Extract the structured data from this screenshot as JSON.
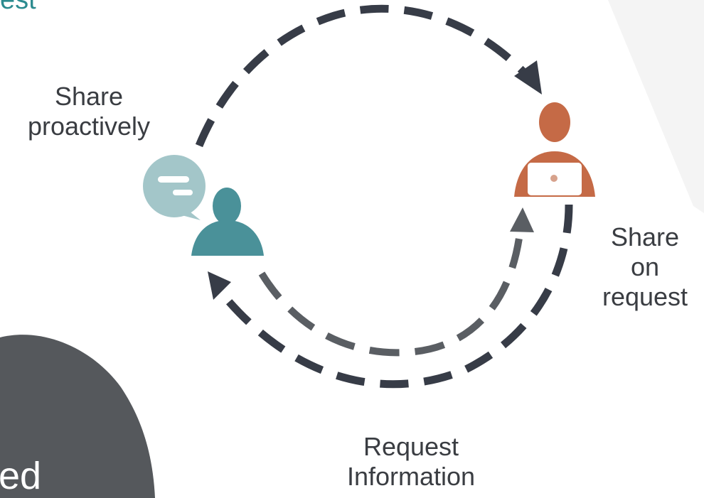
{
  "heading_fragment": "est",
  "circle_fragment": "led",
  "labels": {
    "share_proactively": [
      "Share",
      "proactively"
    ],
    "share_on_request": [
      "Share",
      "on",
      "request"
    ],
    "request_information": [
      "Request",
      "Information"
    ]
  },
  "icons": {
    "sharer": "person-speech-bubble-icon",
    "requester": "person-laptop-icon"
  },
  "colors": {
    "teal": "#4a9199",
    "teal_light": "#a3c6c9",
    "orange": "#c56a46",
    "heading": "#2c8b8f",
    "dark_arrow": "#373c47",
    "grey_arrow": "#5a5e63",
    "dark_circle": "#55585c",
    "label_text": "#3a3d42",
    "bg_panel": "#f4f4f4"
  }
}
